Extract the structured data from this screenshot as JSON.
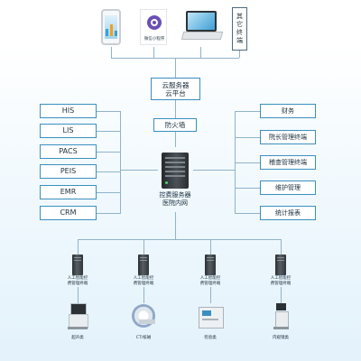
{
  "top_devices": {
    "mini_program_label": "微信小程序",
    "other_terminal_label": "其它终端"
  },
  "core": {
    "cloud_line1": "云服务器",
    "cloud_line2": "云平台",
    "firewall": "防火墙",
    "server_line1": "控费服务器",
    "server_line2": "医院内网"
  },
  "left_systems": [
    "HIS",
    "LIS",
    "PACS",
    "PEIS",
    "EMR",
    "CRM"
  ],
  "right_systems": [
    "财务",
    "院长管理终端",
    "稽查管理终端",
    "维护管理",
    "统计报表"
  ],
  "terminals": [
    {
      "line1": "人工智能控",
      "line2": "费管理终端",
      "device": "超声类"
    },
    {
      "line1": "人工智能控",
      "line2": "费管理终端",
      "device": "CT/核磁"
    },
    {
      "line1": "人工智能控",
      "line2": "费管理终端",
      "device": "检验类"
    },
    {
      "line1": "人工智能控",
      "line2": "费管理终端",
      "device": "内窥镜类"
    }
  ],
  "colors": {
    "box_border": "#3a8fc0",
    "connector": "#8fb3c9",
    "background_bottom": "#e3f2fb",
    "server_dark": "#2b2f33"
  },
  "icons": [
    "smartphone-icon",
    "mini-program-logo-icon",
    "laptop-icon",
    "server-rack-icon",
    "terminal-tower-icon",
    "ultrasound-machine-icon",
    "ct-scanner-icon",
    "lab-analyzer-icon",
    "endoscope-cart-icon"
  ]
}
